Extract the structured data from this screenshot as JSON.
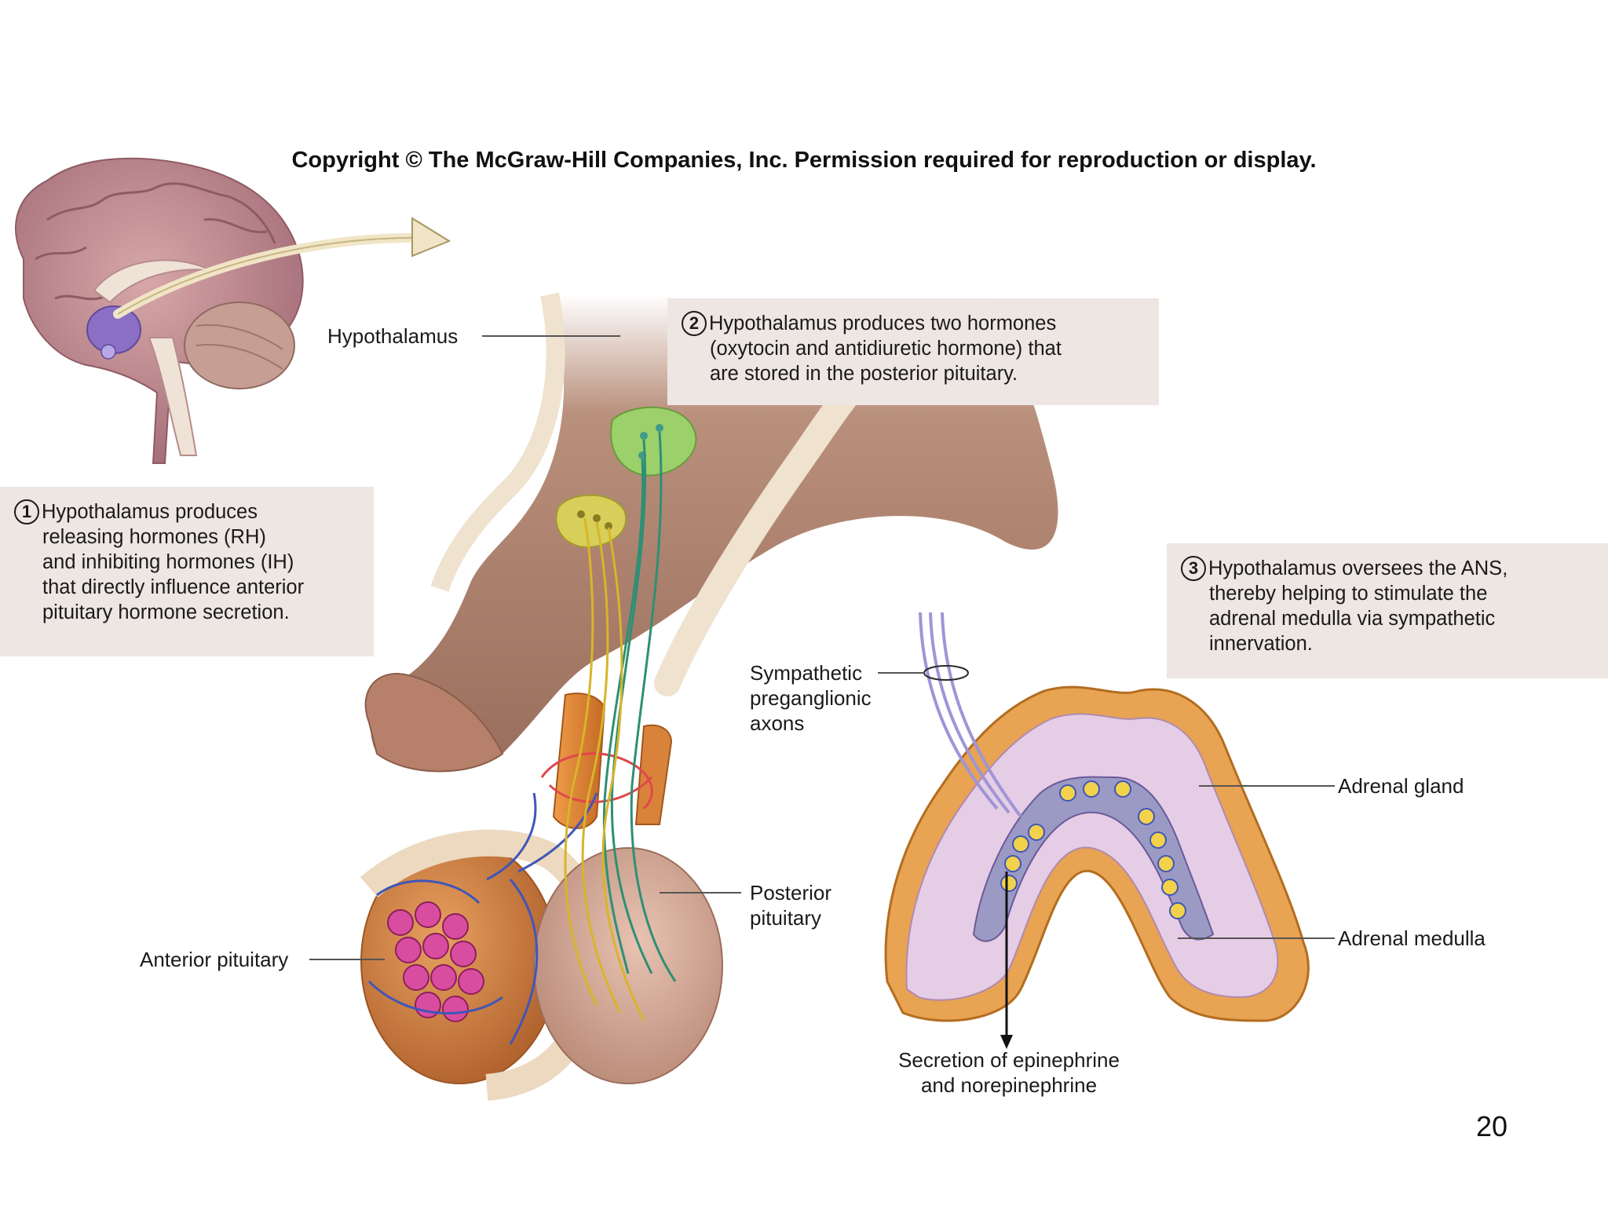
{
  "copyright": "Copyright © The McGraw-Hill Companies, Inc. Permission required for reproduction or display.",
  "labels": {
    "hypothalamus": "Hypothalamus",
    "sympathetic_axons": [
      "Sympathetic",
      "preganglionic",
      "axons"
    ],
    "posterior_pituitary": [
      "Posterior",
      "pituitary"
    ],
    "anterior_pituitary": "Anterior pituitary",
    "adrenal_gland": "Adrenal gland",
    "adrenal_medulla": "Adrenal medulla",
    "secretion": [
      "Secretion of epinephrine",
      "and norepinephrine"
    ]
  },
  "callouts": [
    {
      "number": "1",
      "lines": [
        "Hypothalamus produces",
        "releasing hormones (RH)",
        "and inhibiting hormones (IH)",
        "that directly influence anterior",
        "pituitary hormone secretion."
      ]
    },
    {
      "number": "2",
      "lines": [
        "Hypothalamus produces two hormones",
        "(oxytocin and antidiuretic hormone) that",
        "are stored in the posterior pituitary."
      ]
    },
    {
      "number": "3",
      "lines": [
        "Hypothalamus oversees the ANS,",
        "thereby helping to stimulate the",
        "adrenal medulla via sympathetic",
        "innervation."
      ]
    }
  ],
  "page_number": "20"
}
